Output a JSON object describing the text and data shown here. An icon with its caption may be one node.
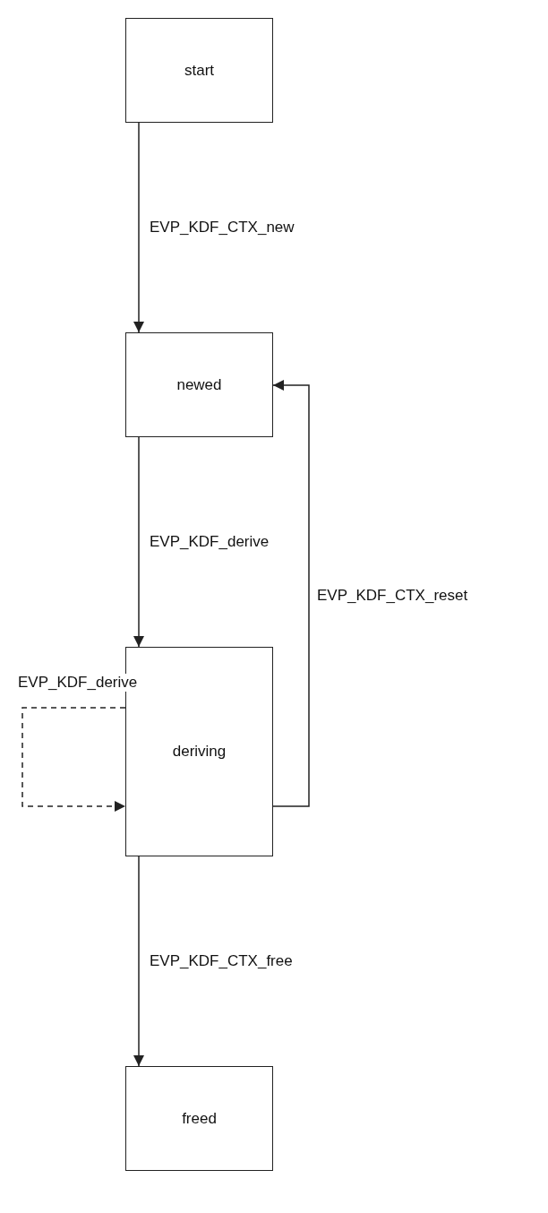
{
  "diagram": {
    "nodes": [
      {
        "text": [
          "start"
        ]
      },
      {
        "text": [
          "newed"
        ]
      },
      {
        "text": [
          "deriving"
        ]
      },
      {
        "text": [
          "freed"
        ]
      }
    ],
    "edges": [
      {
        "from": 0,
        "to": 1,
        "arrow": "to",
        "label": "EVP_KDF_CTX_new"
      },
      {
        "from": 1,
        "to": 2,
        "arrow": "to",
        "label": "EVP_KDF_derive"
      },
      {
        "from": 2,
        "to": 1,
        "arrow": "to",
        "label": "EVP_KDF_CTX_reset"
      },
      {
        "from": 2,
        "to": 2,
        "arrow": "to",
        "label": "EVP_KDF_derive",
        "style": "dashed"
      },
      {
        "from": 2,
        "to": 3,
        "arrow": "to",
        "label": "EVP_KDF_CTX_free"
      }
    ]
  }
}
